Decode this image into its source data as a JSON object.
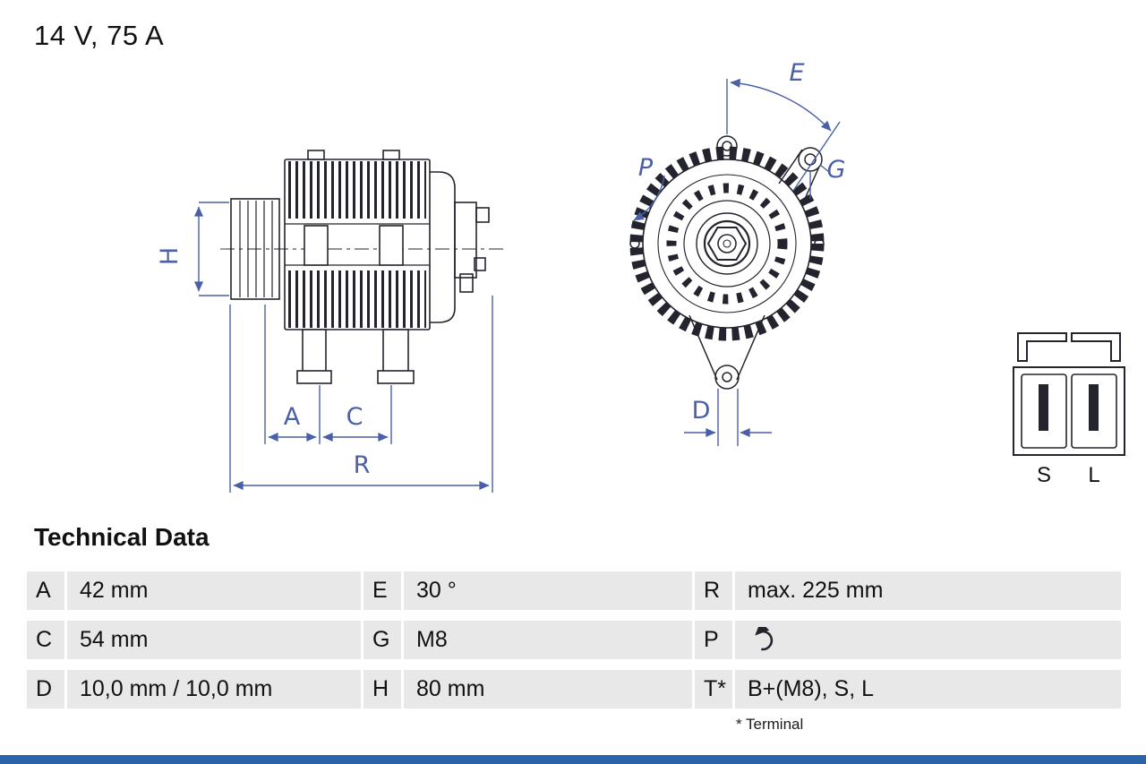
{
  "title": "14 V, 75 A",
  "diagram": {
    "labels": {
      "h": "H",
      "a": "A",
      "c": "C",
      "r": "R",
      "e": "E",
      "p": "P",
      "g": "G",
      "d": "D"
    },
    "connector": {
      "s": "S",
      "l": "L"
    }
  },
  "table": {
    "title": "Technical Data",
    "rows": [
      {
        "k1": "A",
        "v1": "42 mm",
        "k2": "E",
        "v2": "30 °",
        "k3": "R",
        "v3": "max. 225 mm"
      },
      {
        "k1": "C",
        "v1": "54 mm",
        "k2": "G",
        "v2": "M8",
        "k3": "P",
        "v3": ""
      },
      {
        "k1": "D",
        "v1": "10,0 mm / 10,0 mm",
        "k2": "H",
        "v2": "80 mm",
        "k3": "T*",
        "v3": "B+(M8), S, L"
      }
    ],
    "footnote": "* Terminal"
  },
  "icons": {
    "p_value": "rotation-direction-icon"
  },
  "colors": {
    "line_dark": "#23242e",
    "dimension_blue": "#4a5fa8",
    "row_bg": "#e8e8e8",
    "footer_bar": "#2a63a8"
  }
}
